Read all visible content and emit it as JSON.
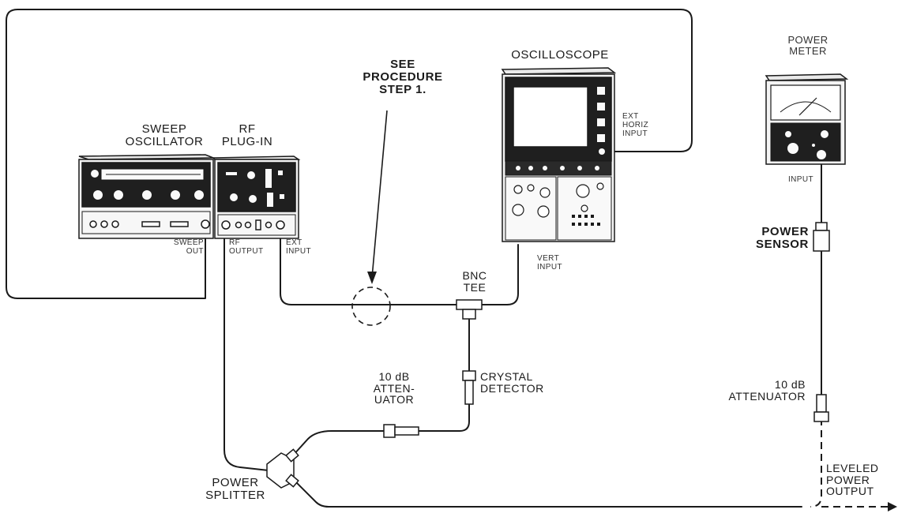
{
  "labels": {
    "sweep_oscillator": [
      "SWEEP",
      "OSCILLATOR"
    ],
    "rf_plugin": [
      "RF",
      "PLUG-IN"
    ],
    "see_procedure": [
      "SEE",
      "PROCEDURE",
      "STEP 1."
    ],
    "oscilloscope": "OSCILLOSCOPE",
    "power_meter": [
      "POWER",
      "METER"
    ],
    "sweep_out": [
      "SWEEP",
      "OUT"
    ],
    "rf_output": [
      "RF",
      "OUTPUT"
    ],
    "ext_input": [
      "EXT",
      "INPUT"
    ],
    "ext_horiz_input": [
      "EXT",
      "HORIZ",
      "INPUT"
    ],
    "vert_input": [
      "VERT",
      "INPUT"
    ],
    "input": "INPUT",
    "bnc_tee": [
      "BNC",
      "TEE"
    ],
    "power_sensor": [
      "POWER",
      "SENSOR"
    ],
    "crystal_detector": [
      "CRYSTAL",
      "DETECTOR"
    ],
    "attenuator_left": [
      "10 dB",
      "ATTEN-",
      "UATOR"
    ],
    "attenuator_right": [
      "10 dB",
      "ATTENUATOR"
    ],
    "power_splitter": [
      "POWER",
      "SPLITTER"
    ],
    "leveled_power_output": [
      "LEVELED",
      "POWER",
      "OUTPUT"
    ]
  },
  "colors": {
    "line": "#1a1a1a",
    "panel": "#f2f2f2",
    "dark_panel": "#222222",
    "background": "#ffffff"
  }
}
